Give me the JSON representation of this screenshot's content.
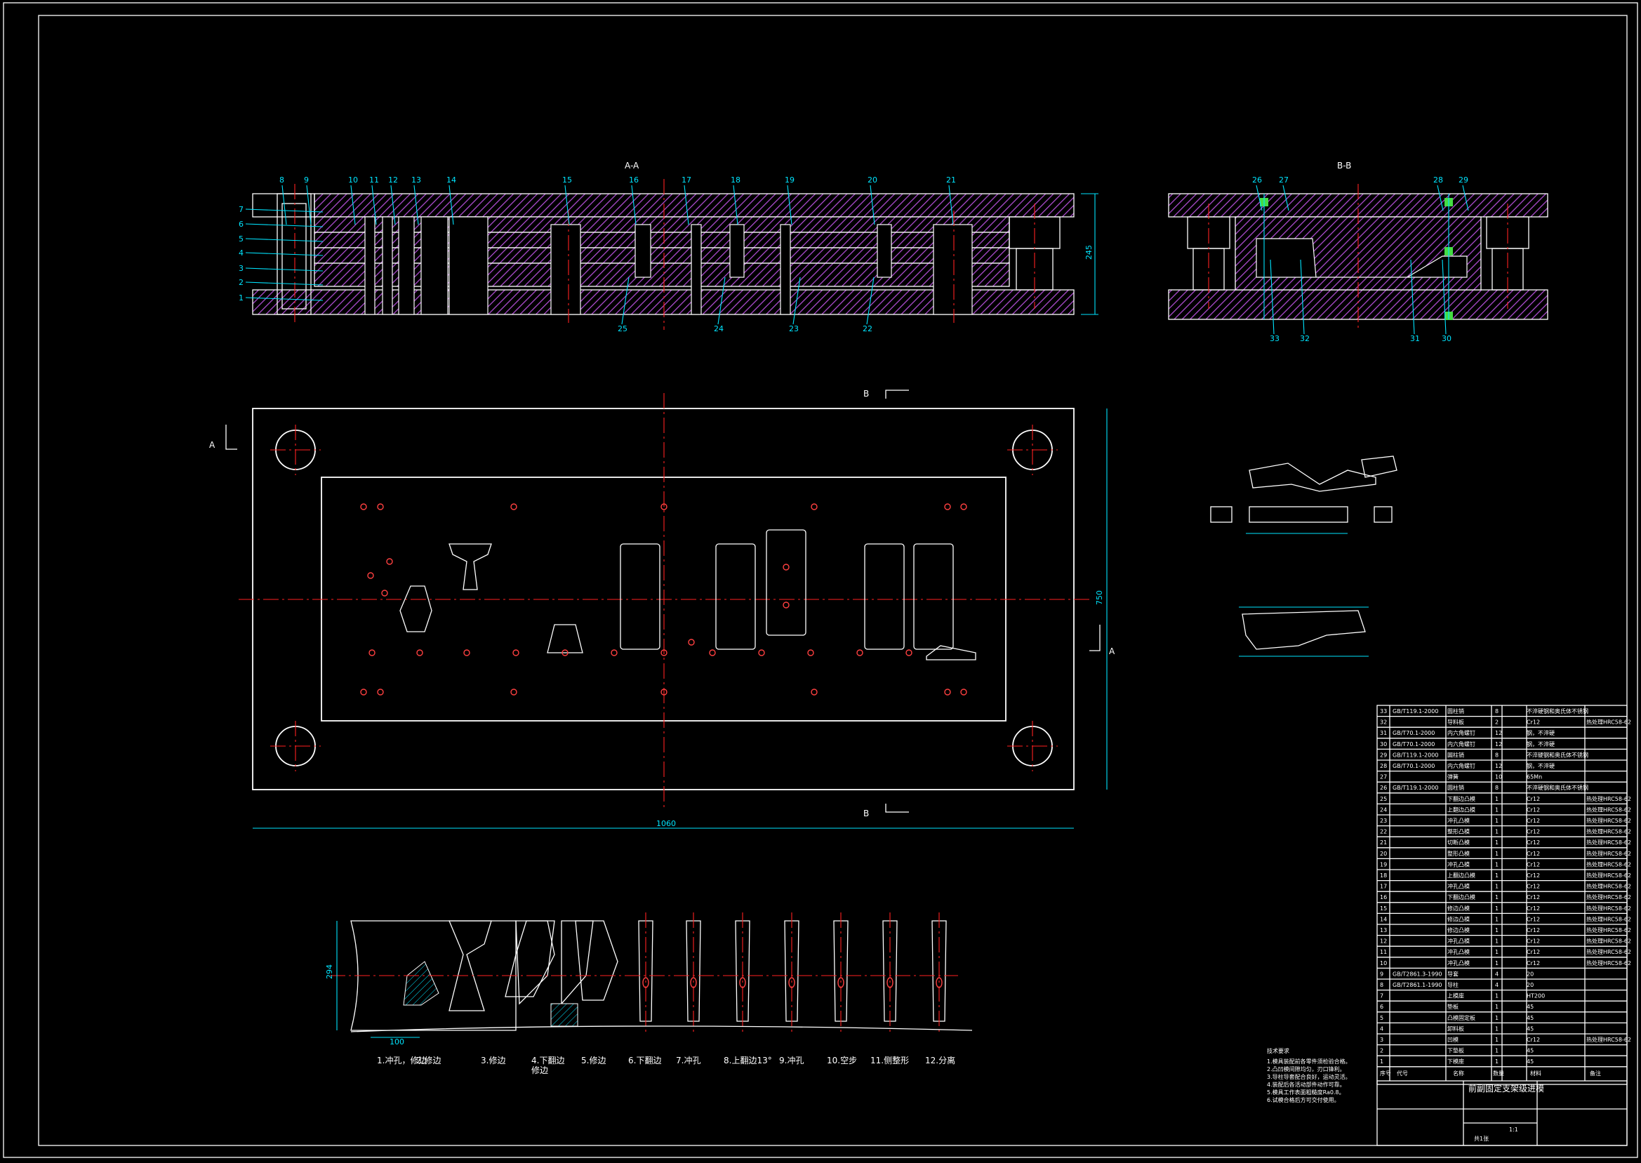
{
  "sections": {
    "aa_title": "A-A",
    "bb_title": "B-B",
    "aa_height_dim": "245",
    "plan_width_dim": "1060",
    "plan_height_dim": "750",
    "strip_width_dim": "294",
    "strip_pitch_dim": "100",
    "arrow_b": "B",
    "arrow_a": "A"
  },
  "aa_callouts_top": [
    "8",
    "9",
    "10",
    "11",
    "12",
    "13",
    "14",
    "15",
    "16",
    "17",
    "18",
    "19",
    "20",
    "21"
  ],
  "aa_callouts_left": [
    "7",
    "6",
    "5",
    "4",
    "3",
    "2",
    "1"
  ],
  "aa_callouts_bottom": [
    "25",
    "24",
    "23",
    "22"
  ],
  "bb_callouts_top": [
    "26",
    "27",
    "28",
    "29"
  ],
  "bb_callouts_bottom": [
    "33",
    "32",
    "31",
    "30"
  ],
  "strip_steps": [
    "1.冲孔，修边",
    "2.修边",
    "3.修边",
    "4.下翻边\n修边",
    "5.修边",
    "6.下翻边",
    "7.冲孔",
    "8.上翻边13°",
    "9.冲孔",
    "10.空步",
    "11.侧整形",
    "12.分离"
  ],
  "tech_req": {
    "title": "技术要求",
    "lines": [
      "1.模具装配前各零件须检验合格。",
      "2.凸凹模间隙均匀，刃口锋利。",
      "3.导柱导套配合良好，运动灵活。",
      "4.装配后各活动部件动作可靠。",
      "5.模具工作表面粗糙度Ra0.8。",
      "6.试模合格后方可交付使用。"
    ]
  },
  "bom": [
    [
      "33",
      "GB/T119.1-2000",
      "圆柱销",
      "8",
      "不淬硬钢和奥氏体不锈钢",
      ""
    ],
    [
      "32",
      "",
      "导料板",
      "2",
      "Cr12",
      "热处理HRC58-62"
    ],
    [
      "31",
      "GB/T70.1-2000",
      "内六角螺钉",
      "12",
      "钢，不淬硬",
      ""
    ],
    [
      "30",
      "GB/T70.1-2000",
      "内六角螺钉",
      "12",
      "钢，不淬硬",
      ""
    ],
    [
      "29",
      "GB/T119.1-2000",
      "圆柱销",
      "8",
      "不淬硬钢和奥氏体不锈钢",
      ""
    ],
    [
      "28",
      "GB/T70.1-2000",
      "内六角螺钉",
      "12",
      "钢，不淬硬",
      ""
    ],
    [
      "27",
      "",
      "弹簧",
      "10",
      "65Mn",
      ""
    ],
    [
      "26",
      "GB/T119.1-2000",
      "圆柱销",
      "8",
      "不淬硬钢和奥氏体不锈钢",
      ""
    ],
    [
      "25",
      "",
      "下翻边凸模",
      "1",
      "Cr12",
      "热处理HRC58-62"
    ],
    [
      "24",
      "",
      "上翻边凸模",
      "1",
      "Cr12",
      "热处理HRC58-62"
    ],
    [
      "23",
      "",
      "冲孔凸模",
      "1",
      "Cr12",
      "热处理HRC58-62"
    ],
    [
      "22",
      "",
      "整形凸模",
      "1",
      "Cr12",
      "热处理HRC58-62"
    ],
    [
      "21",
      "",
      "切断凸模",
      "1",
      "Cr12",
      "热处理HRC58-62"
    ],
    [
      "20",
      "",
      "整形凸模",
      "1",
      "Cr12",
      "热处理HRC58-62"
    ],
    [
      "19",
      "",
      "冲孔凸模",
      "1",
      "Cr12",
      "热处理HRC58-62"
    ],
    [
      "18",
      "",
      "上翻边凸模",
      "1",
      "Cr12",
      "热处理HRC58-62"
    ],
    [
      "17",
      "",
      "冲孔凸模",
      "1",
      "Cr12",
      "热处理HRC58-62"
    ],
    [
      "16",
      "",
      "下翻边凸模",
      "1",
      "Cr12",
      "热处理HRC58-62"
    ],
    [
      "15",
      "",
      "修边凸模",
      "1",
      "Cr12",
      "热处理HRC58-62"
    ],
    [
      "14",
      "",
      "修边凸模",
      "1",
      "Cr12",
      "热处理HRC58-62"
    ],
    [
      "13",
      "",
      "修边凸模",
      "1",
      "Cr12",
      "热处理HRC58-62"
    ],
    [
      "12",
      "",
      "冲孔凸模",
      "1",
      "Cr12",
      "热处理HRC58-62"
    ],
    [
      "11",
      "",
      "冲孔凸模",
      "1",
      "Cr12",
      "热处理HRC58-62"
    ],
    [
      "10",
      "",
      "冲孔凸模",
      "1",
      "Cr12",
      "热处理HRC58-62"
    ],
    [
      "9",
      "GB/T2861.3-1990",
      "导套",
      "4",
      "20",
      ""
    ],
    [
      "8",
      "GB/T2861.1-1990",
      "导柱",
      "4",
      "20",
      ""
    ],
    [
      "7",
      "",
      "上模座",
      "1",
      "HT200",
      ""
    ],
    [
      "6",
      "",
      "垫板",
      "1",
      "45",
      ""
    ],
    [
      "5",
      "",
      "凸模固定板",
      "1",
      "45",
      ""
    ],
    [
      "4",
      "",
      "卸料板",
      "1",
      "45",
      ""
    ],
    [
      "3",
      "",
      "凹模",
      "1",
      "Cr12",
      "热处理HRC58-62"
    ],
    [
      "2",
      "",
      "下垫板",
      "1",
      "45",
      ""
    ],
    [
      "1",
      "",
      "下模座",
      "1",
      "45",
      ""
    ]
  ],
  "bom_header": [
    "序号",
    "代号",
    "名称",
    "数量",
    "材料",
    "备注"
  ],
  "title_block": {
    "part_name": "前副固定支架级进模",
    "scale": "1:1",
    "sheet": "共1张"
  }
}
